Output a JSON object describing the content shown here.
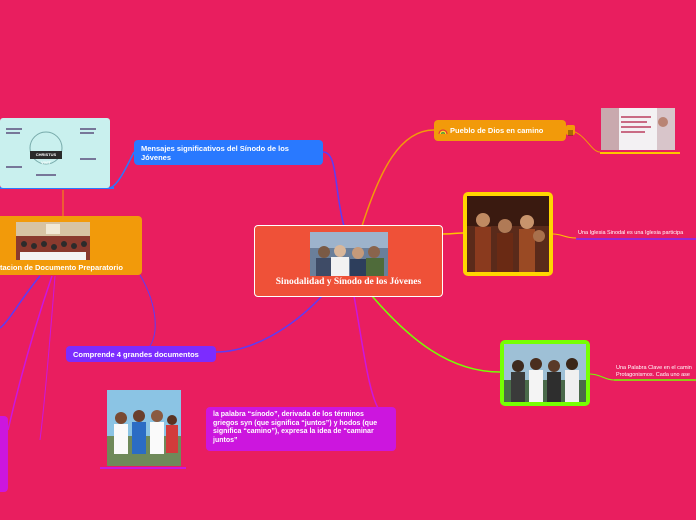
{
  "central": {
    "title": "Sinodalidad y Sínodo de los Jóvenes"
  },
  "topics": {
    "mensajes": "Mensajes significativos del Sínodo de los Jóvenes",
    "presentacion": "tacion de Documento Preparatorio",
    "comprende": "Comprende 4 grandes documentos",
    "sinodo_def": "la palabra “sínodo”, derivada de los términos griegos syn (que significa “juntos”) y hodos (que significa “camino”), expresa la idea de “caminar juntos”",
    "pueblo": "Pueblo de Dios en camino"
  },
  "notes": {
    "iglesia_sinodal": "Una Iglesia Sinodal es una Iglesia participa",
    "palabra_clave_1": "Una Palabra Clave en el camin",
    "palabra_clave_2": "Protagonismos. Cada uno ase"
  },
  "infographic": {
    "title": "CHRISTUS VIVIT"
  },
  "icons": [
    "rainbow-icon",
    "notes-icon"
  ],
  "colors": {
    "background": "#e91e5f",
    "center": "#ef5138",
    "blue": "#2979ff",
    "orange": "#f29a0a",
    "purple": "#7c2cff",
    "magenta": "#cc16de",
    "green": "#76ff03",
    "yellow": "#ffc400"
  }
}
